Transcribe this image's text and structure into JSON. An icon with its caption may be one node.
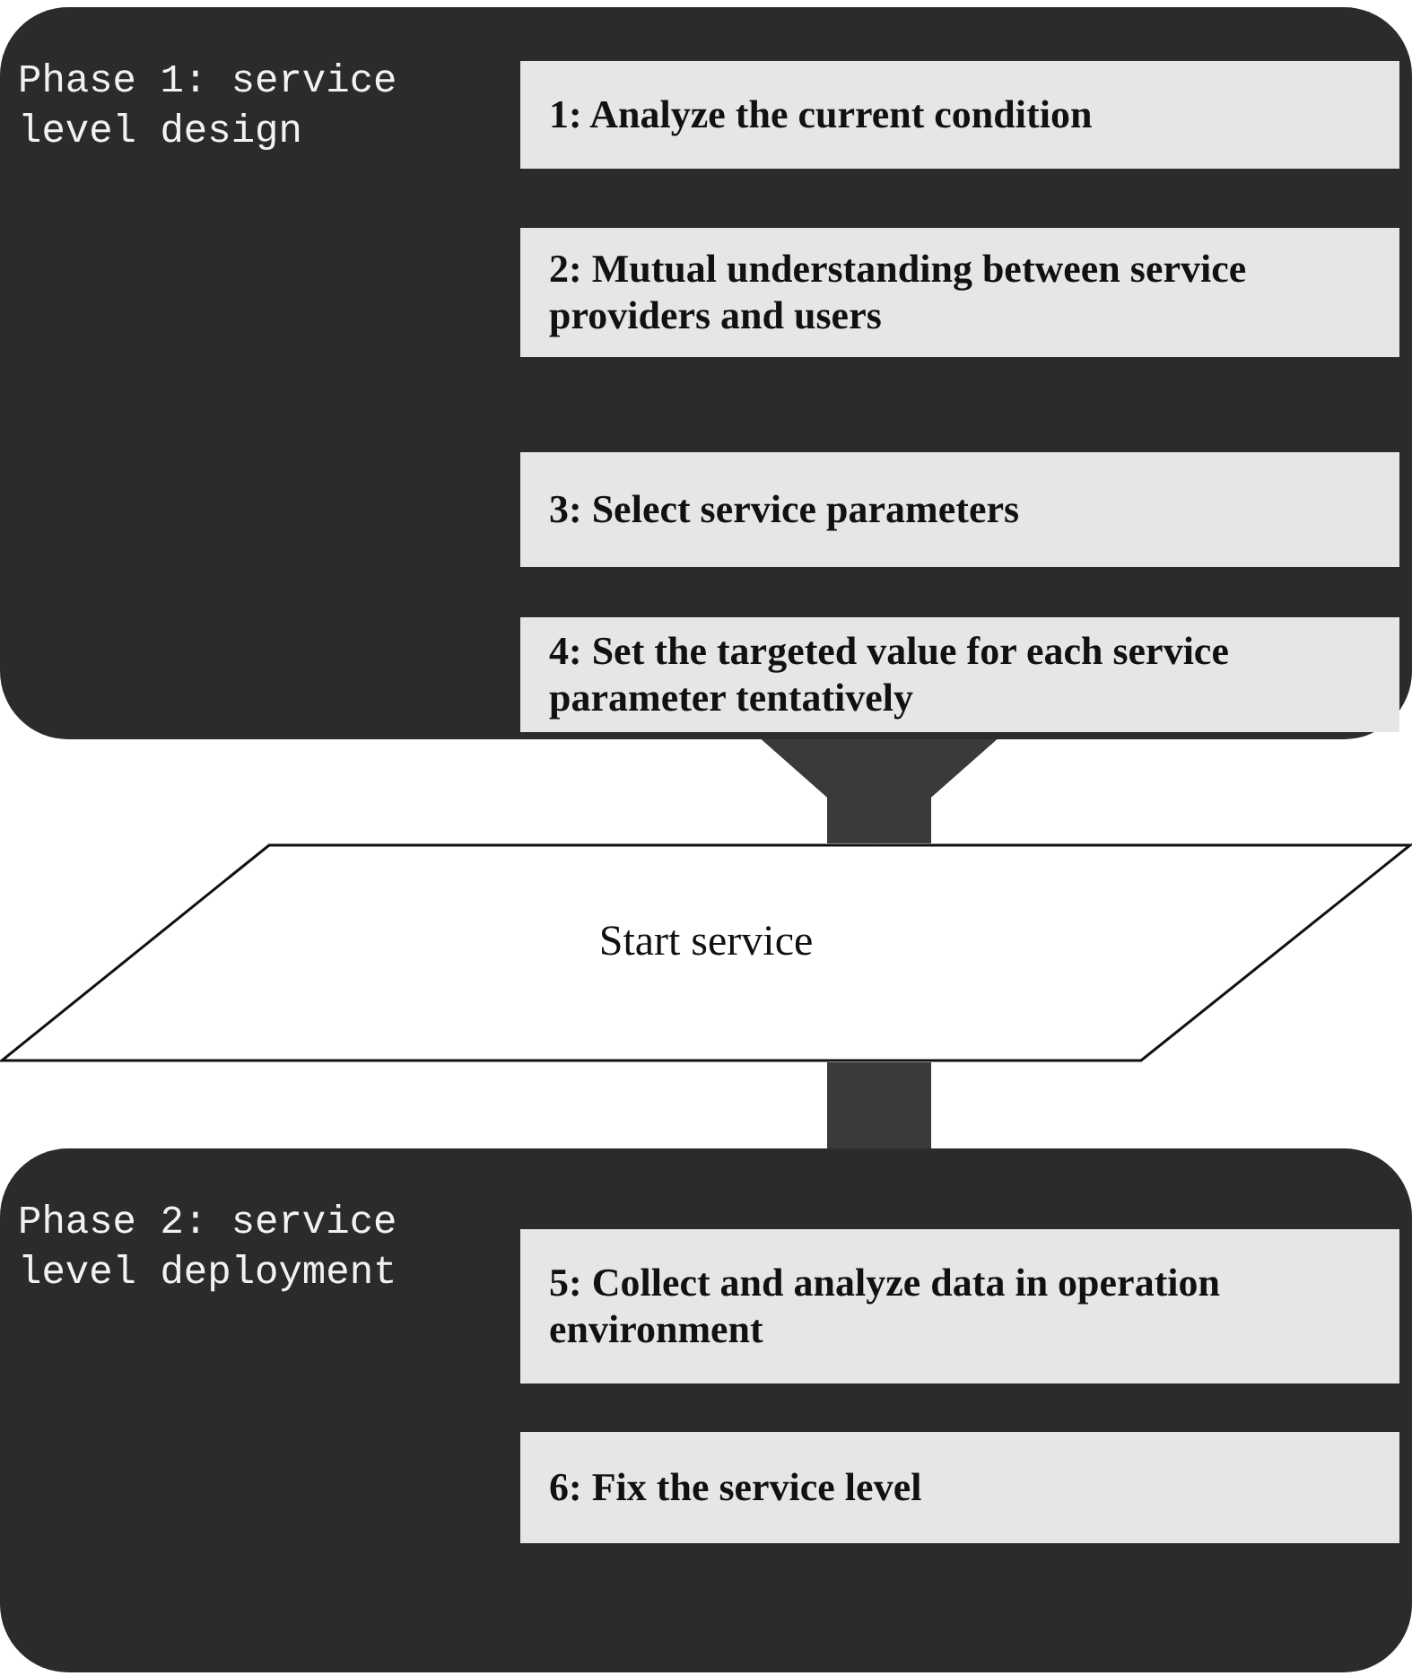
{
  "diagram": {
    "nodes": [
      {
        "text": [
          "Phase 1: service level design"
        ]
      },
      {
        "text": [
          "1: Analyze the current condition"
        ],
        "in": 0
      },
      {
        "text": [
          "2: Mutual understanding between service providers and users"
        ],
        "in": 0
      },
      {
        "text": [
          "3: Select service parameters"
        ],
        "in": 0
      },
      {
        "text": [
          "4: Set the targeted value for each service parameter tentatively"
        ],
        "in": 0
      },
      {
        "text": [
          "Start service"
        ]
      },
      {
        "text": [
          "Phase 2: service level deployment"
        ]
      },
      {
        "text": [
          "5: Collect and analyze data in operation environment"
        ],
        "in": 6
      },
      {
        "text": [
          "6: Fix the service level"
        ],
        "in": 6
      }
    ],
    "edges": [
      {
        "from": 0,
        "to": 5,
        "arrow": "to"
      },
      {
        "from": 5,
        "to": 6,
        "arrow": "none"
      }
    ]
  }
}
